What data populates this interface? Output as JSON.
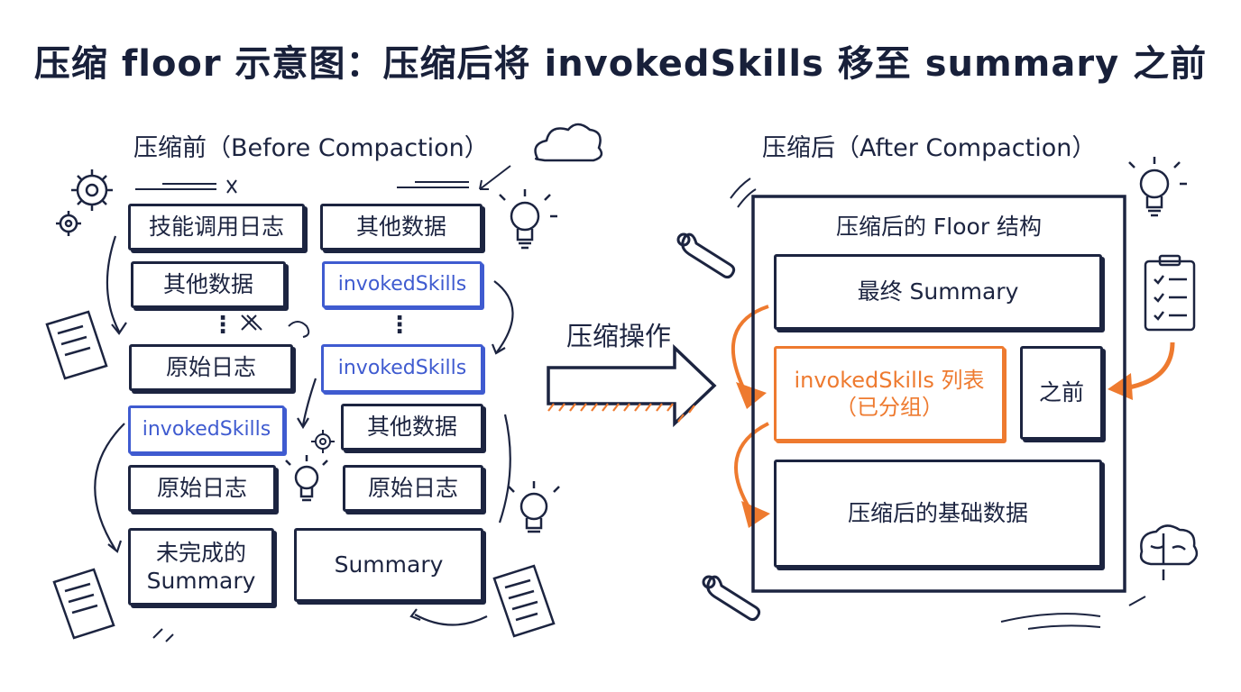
{
  "title": "压缩 floor 示意图：压缩后将 invokedSkills 移至 summary 之前",
  "before": {
    "subtitle": "压缩前（Before Compaction）",
    "boxes": {
      "skill_log": "技能调用日志",
      "other_data_1": "其他数据",
      "other_data_2": "其他数据",
      "invoked_1": "invokedSkills",
      "raw_log_1": "原始日志",
      "invoked_2": "invokedSkills",
      "invoked_3": "invokedSkills",
      "other_data_3": "其他数据",
      "raw_log_2": "原始日志",
      "raw_log_3": "原始日志",
      "incomplete_summary": "未完成的\nSummary",
      "summary": "Summary"
    },
    "dots_left": "⋮",
    "dots_right": "⋮"
  },
  "operation": {
    "label": "压缩操作"
  },
  "after": {
    "subtitle": "压缩后（After Compaction）",
    "panel_title": "压缩后的 Floor 结构",
    "final_summary": "最终 Summary",
    "invoked_list_line1": "invokedSkills 列表",
    "invoked_list_line2": "（已分组）",
    "before_label": "之前",
    "base_data": "压缩后的基础数据"
  },
  "colors": {
    "ink": "#1c2440",
    "blue": "#3f5bd0",
    "orange": "#ee7a2f"
  },
  "icons": [
    "gear-icon",
    "cloud-icon",
    "lightbulb-icon",
    "document-icon",
    "wrench-icon",
    "clipboard-icon",
    "brain-icon"
  ]
}
